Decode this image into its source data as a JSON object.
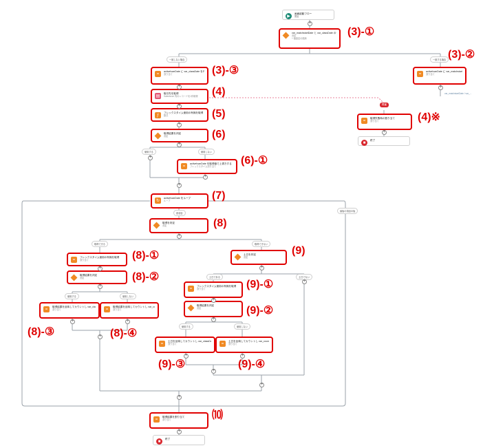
{
  "nodes": {
    "start": {
      "t1": "画面起動フロー",
      "t2": "開始"
    },
    "n3_1": {
      "t1": "var_matchstartDate と var_classDate の一致を判定",
      "t2": "決定",
      "sub": "+ 値設定の順序"
    },
    "n3_2": {
      "t1": "activeIvanDate に var_matchstartDate を代入",
      "t2": "割り当て"
    },
    "n3_3": {
      "t1": "activeIvanDate に var_classDate を代入",
      "t2": "割り当て"
    },
    "n4": {
      "t1": "取引先を取得",
      "t2": "Salesforce 内のレコードを1件取得"
    },
    "n4x": {
      "t1": "取得失敗時の割り当て",
      "t2": "割り当て"
    },
    "n4x_end": {
      "t1": "終了"
    },
    "n5": {
      "t1": "フレックスタイム使用の有無を取得",
      "t2": "数式"
    },
    "n6": {
      "t1": "取得結果を判定",
      "t2": "決定"
    },
    "n6_1": {
      "t1": "activeIvanDate を取得値で上書きする",
      "t2": "フレックスタイム割り当て"
    },
    "n7": {
      "t1": "activeIvanDate をループ",
      "t2": "ループ"
    },
    "n8": {
      "t1": "取得を判定",
      "t2": "決定"
    },
    "n8_1": {
      "t1": "フレックスタイム使用の有無を取得",
      "t2": "割り当て"
    },
    "n8_2": {
      "t1": "取得結果を判定",
      "t2": "決定"
    },
    "n8_3": {
      "t1": "取得結果を反映してカウントし var_classDate の値を更新",
      "t2": "割り当て"
    },
    "n8_4": {
      "t1": "取得結果を反映してカウントし var_countDate の値を更新",
      "t2": "割り当て"
    },
    "n9": {
      "t1": "土日を判定",
      "t2": "決定"
    },
    "n9_1": {
      "t1": "フレックスタイム使用の有無を取得",
      "t2": "割り当て"
    },
    "n9_2": {
      "t1": "取得結果を判定",
      "t2": "決定"
    },
    "n9_3": {
      "t1": "土日を反映してカウントし var_classDate の値を更新",
      "t2": "割り当て"
    },
    "n9_4": {
      "t1": "土日を反映してカウントし var_countDate の値を更新",
      "t2": "割り当て"
    },
    "n10": {
      "t1": "取得結果を割り当て",
      "t2": "割り当て"
    },
    "end": {
      "t1": "終了"
    }
  },
  "labels": {
    "l3_1": "(3)-①",
    "l3_2": "(3)-②",
    "l3_3": "(3)-③",
    "l4": "(4)",
    "l4x": "(4)※",
    "l5": "(5)",
    "l6": "(6)",
    "l6_1": "(6)-①",
    "l7": "(7)",
    "l8": "(8)",
    "l8_1": "(8)-①",
    "l8_2": "(8)-②",
    "l8_3": "(8)-③",
    "l8_4": "(8)-④",
    "l9": "(9)",
    "l9_1": "(9)-①",
    "l9_2": "(9)-②",
    "l9_3": "(9)-③",
    "l9_4": "(9)-④",
    "l10": "⑽"
  },
  "pills": {
    "p_left": "一致しない場合",
    "p_right": "一致する場合",
    "p6a": "使用する",
    "p6b": "使用しない",
    "p8a": "取得できる",
    "p8b": "取得できない",
    "p8c": "使用する",
    "p8d": "使用しない",
    "p9a": "土日である",
    "p9b": "土日でない",
    "p9c": "使用する",
    "p9d": "使用しない",
    "p_loop_end": "最後の項目の後",
    "p_each": "各項目"
  },
  "misc": {
    "fault": "障害",
    "fault_path": "var_matchstartDate / var_..."
  }
}
